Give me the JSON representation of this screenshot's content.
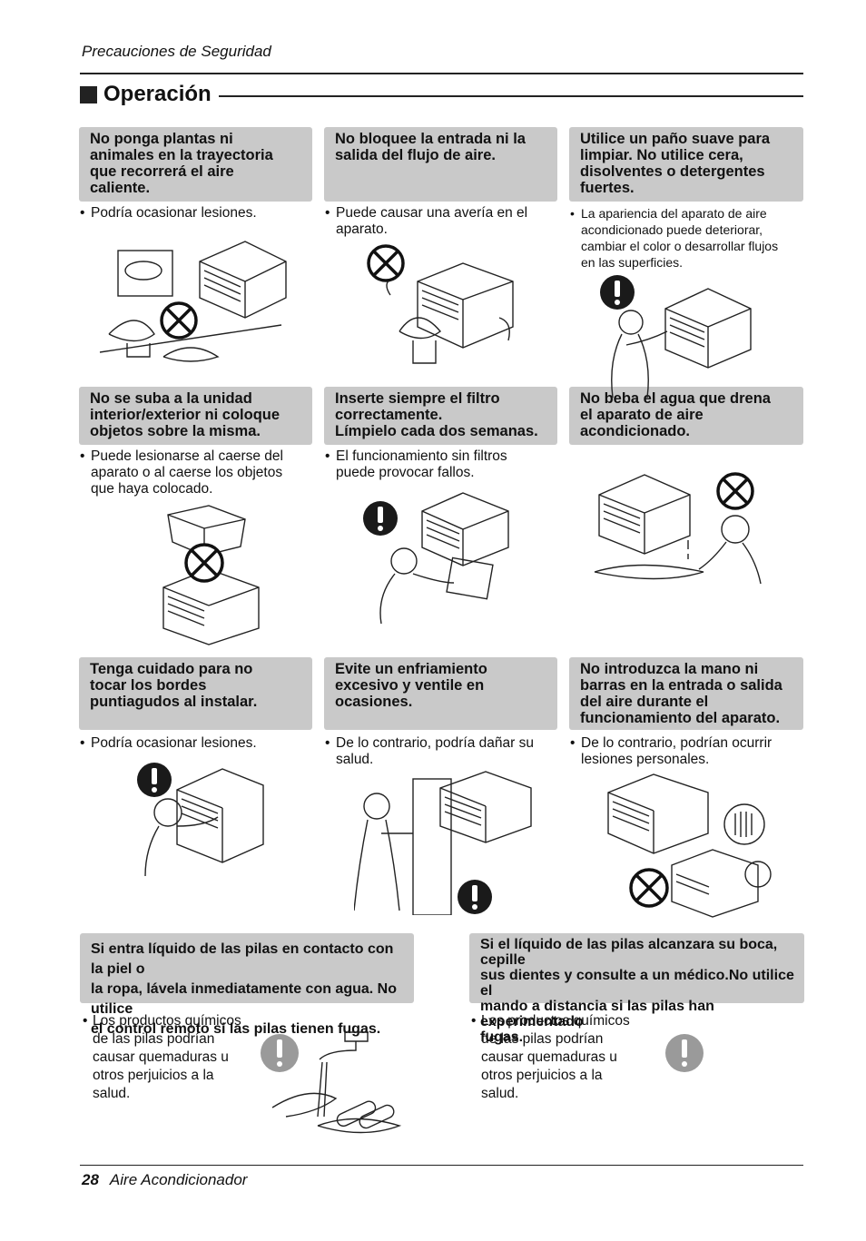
{
  "header": {
    "title": "Precauciones de Seguridad"
  },
  "section": {
    "title": "Operación"
  },
  "cards": [
    {
      "title": [
        "No ponga plantas ni",
        "animales en la trayectoria",
        "que recorrerá el aire",
        "caliente."
      ],
      "bullet": [
        "Podría ocasionar lesiones."
      ]
    },
    {
      "title": [
        "No bloquee la entrada ni la",
        "salida del flujo de aire."
      ],
      "bullet": [
        "Puede causar una avería en el",
        "aparato."
      ]
    },
    {
      "title": [
        "Utilice un paño suave para",
        "limpiar. No utilice cera,",
        "disolventes o detergentes",
        "fuertes."
      ],
      "bullet": [
        "La apariencia del aparato de aire",
        "acondicionado puede deteriorar,",
        "cambiar el color o desarrollar flujos",
        "en las superficies."
      ]
    },
    {
      "title": [
        "No se suba a la unidad",
        "interior/exterior ni coloque",
        "objetos sobre la misma."
      ],
      "bullet": [
        "Puede lesionarse al caerse del",
        "aparato o al caerse los objetos",
        "que haya colocado."
      ]
    },
    {
      "title": [
        "Inserte siempre el filtro",
        "correctamente.",
        "Límpielo cada dos semanas."
      ],
      "bullet": [
        "El funcionamiento sin filtros",
        "puede provocar fallos."
      ]
    },
    {
      "title": [
        "No beba el agua que drena",
        "el aparato de aire",
        "acondicionado."
      ],
      "bullet": []
    },
    {
      "title": [
        "Tenga cuidado para no",
        "tocar los bordes",
        "puntiagudos al instalar."
      ],
      "bullet": [
        "Podría ocasionar lesiones."
      ]
    },
    {
      "title": [
        "Evite un enfriamiento",
        "excesivo y ventile en",
        "ocasiones."
      ],
      "bullet": [
        "De lo contrario, podría dañar su",
        "salud."
      ]
    },
    {
      "title": [
        "No introduzca la mano ni",
        "barras en la entrada o salida",
        "del aire durante el",
        "funcionamiento del aparato."
      ],
      "bullet": [
        "De lo contrario, podrían ocurrir",
        "lesiones personales."
      ]
    }
  ],
  "battery": [
    {
      "title": [
        "Si entra líquido de las pilas en contacto con la piel o",
        "la ropa, lávela inmediatamente con agua. No utilice",
        "el control remoto si las pilas tienen fugas."
      ],
      "bullet": [
        "Los productos químicos",
        "de las pilas podrían",
        "causar quemaduras u",
        "otros perjuicios a la",
        "salud."
      ]
    },
    {
      "title": [
        "Si el líquido de las pilas alcanzara su boca, cepille",
        "sus dientes y consulte a un médico.No utilice el",
        "mando a distancia si las pilas han experimentado",
        "fugas."
      ],
      "bullet": [
        "Los productos químicos",
        "de las pilas podrían",
        "causar quemaduras u",
        "otros perjuicios a la",
        "salud."
      ]
    }
  ],
  "footer": {
    "page": "28",
    "title": "Aire Acondicionador"
  }
}
